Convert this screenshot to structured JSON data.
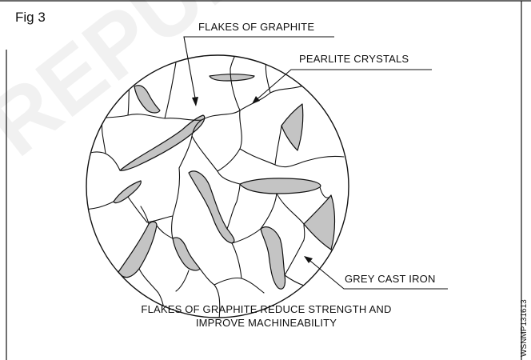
{
  "figure": {
    "label": "Fig 3",
    "watermark": "REPUB",
    "labels": {
      "flakes_of_graphite": "FLAKES OF GRAPHITE",
      "pearlite_crystals": "PEARLITE CRYSTALS",
      "grey_cast_iron": "GREY CAST IRON"
    },
    "caption_line1": "FLAKES OF GRAPHITE REDUCE STRENGTH AND",
    "caption_line2": "IMPROVE MACHINEABILITY",
    "code": "WSNMP131613",
    "colors": {
      "line": "#111111",
      "flake_fill": "#c4c4c4",
      "watermark": "#f1f1f1"
    }
  }
}
